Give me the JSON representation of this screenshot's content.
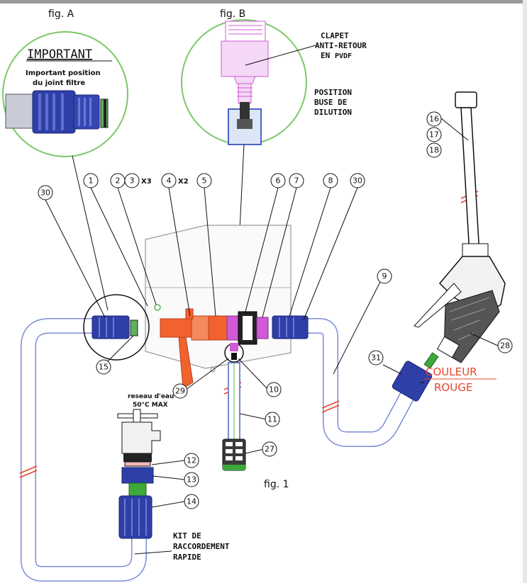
{
  "figures": {
    "fig_a": "fig. A",
    "fig_b": "fig. B",
    "fig_1": "fig. 1"
  },
  "detail_a": {
    "heading": "IMPORTANT",
    "line1": "Important position",
    "line2": "du joint filtre"
  },
  "detail_b": {
    "clapet_1": "CLAPET",
    "clapet_2": "ANTI-RETOUR",
    "clapet_3a": "EN",
    "clapet_3b": "PVDF",
    "position_1": "POSITION",
    "position_2": "BUSE DE",
    "position_3": "DILUTION"
  },
  "callouts": {
    "n1": "1",
    "n2": "2",
    "n3": "3",
    "n3_qty": "X3",
    "n4": "4",
    "n4_qty": "X2",
    "n5": "5",
    "n6": "6",
    "n7": "7",
    "n8": "8",
    "n9": "9",
    "n10": "10",
    "n11": "11",
    "n12": "12",
    "n13": "13",
    "n14": "14",
    "n15": "15",
    "n16": "16",
    "n17": "17",
    "n18": "18",
    "n27": "27",
    "n28": "28",
    "n29": "29",
    "n30a": "30",
    "n30b": "30",
    "n31": "31"
  },
  "tap_label": {
    "line1": "reseau d'eau",
    "line2": "50°C MAX"
  },
  "couleur": {
    "line1": "COULEUR",
    "line2": "ROUGE",
    "color": "#e8442a"
  },
  "kit": {
    "line1": "KIT DE",
    "line2": "RACCORDEMENT",
    "line3": "RAPIDE"
  },
  "colors": {
    "connector_blue": "#2e3fa8",
    "hose_outline": "#7a8bd6",
    "body_orange": "#f2622e",
    "check_valve_pink": "#d15ad8",
    "detail_circle_green": "#7cc86a",
    "filter_green": "#3fa83a",
    "break_mark_red": "#e8442a"
  }
}
